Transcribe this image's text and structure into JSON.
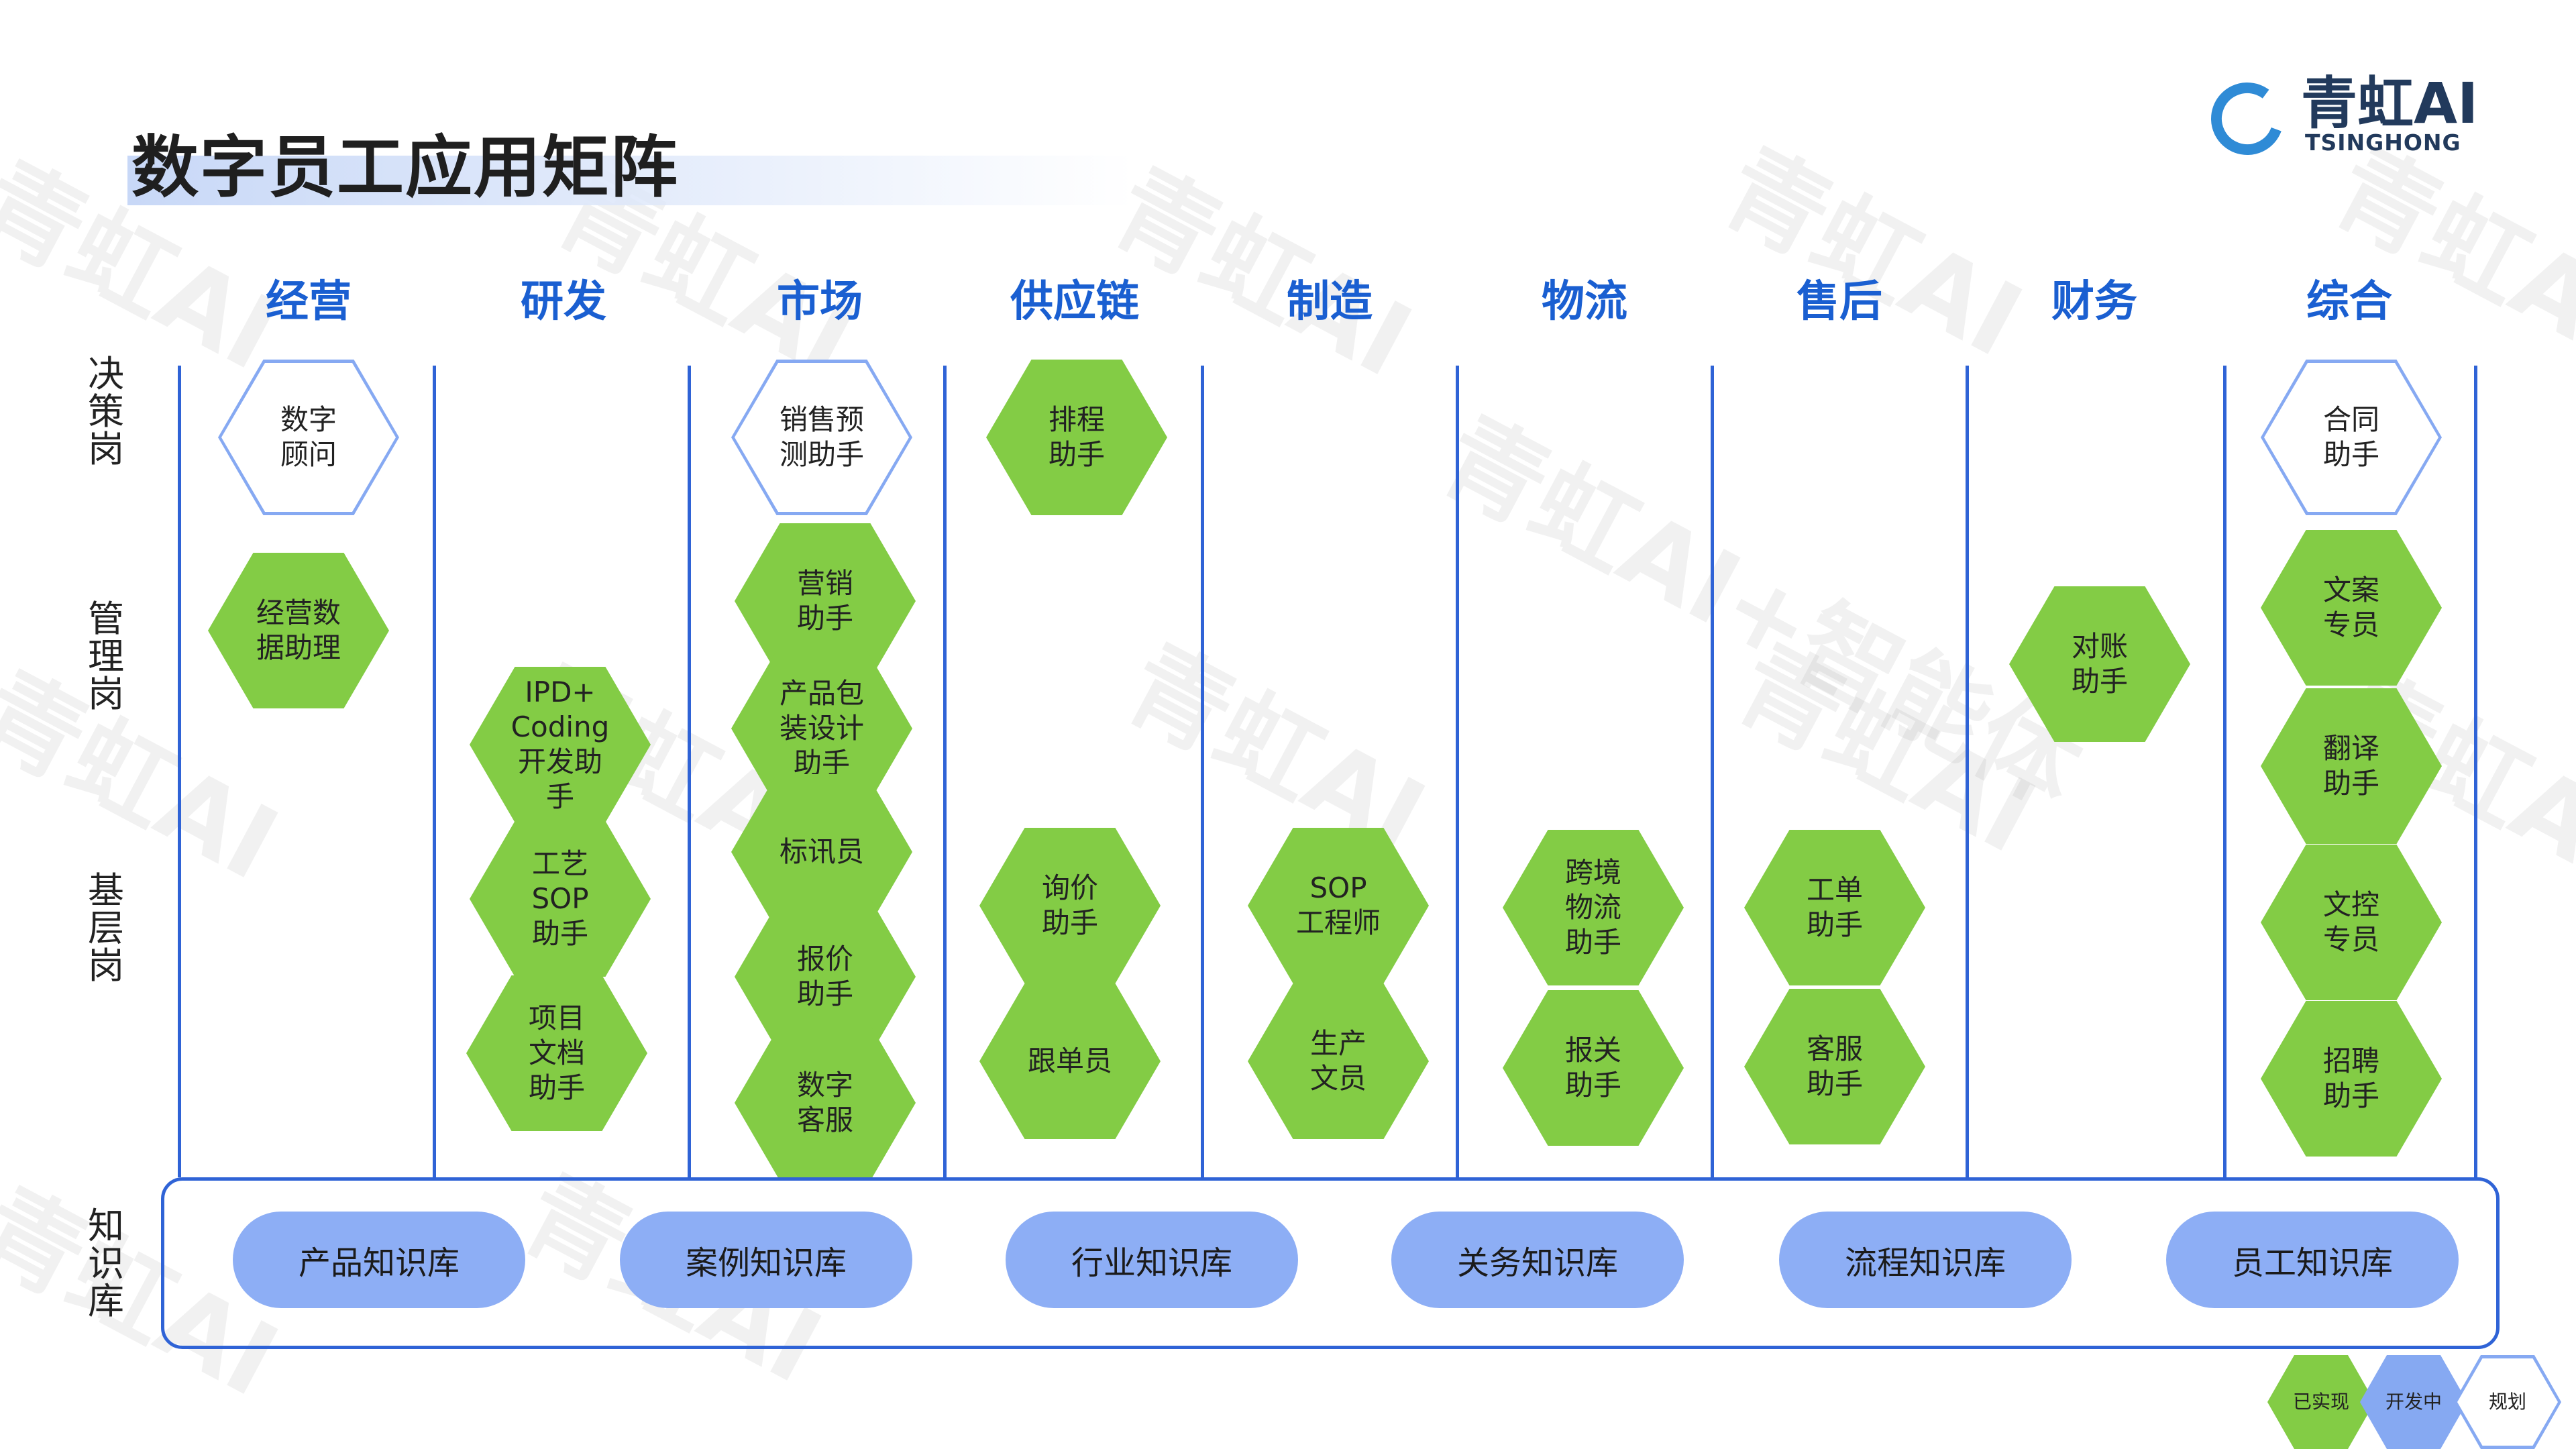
{
  "page": {
    "title": "数字员工应用矩阵"
  },
  "logo": {
    "main": "青虹AI",
    "sub": "TSINGHONG"
  },
  "watermarks": [
    "青虹AI",
    "青虹AI",
    "青虹AI",
    "青虹AI",
    "青虹AI",
    "青虹AI+智能体",
    "青虹AI",
    "青虹AI",
    "青虹AI",
    "青虹AI",
    "青虹AI",
    "青虹AI",
    "青虹AI"
  ],
  "columns": [
    "经营",
    "研发",
    "市场",
    "供应链",
    "制造",
    "物流",
    "售后",
    "财务",
    "综合"
  ],
  "rows": [
    "决策岗",
    "管理岗",
    "基层岗",
    "知识库"
  ],
  "colors": {
    "implemented": "#83cc45",
    "in_development": "#86a9f2",
    "planned_border": "#86a9f2",
    "line": "#2f63d6",
    "column_title": "#1a5fd1"
  },
  "hexagons": [
    {
      "text": "数字\n顾问",
      "status": "planned"
    },
    {
      "text": "经营数\n据助理",
      "status": "implemented"
    },
    {
      "text": "IPD+\nCoding\n开发助\n手",
      "status": "implemented"
    },
    {
      "text": "工艺\nSOP\n助手",
      "status": "implemented"
    },
    {
      "text": "项目\n文档\n助手",
      "status": "implemented"
    },
    {
      "text": "销售预\n测助手",
      "status": "planned"
    },
    {
      "text": "营销\n助手",
      "status": "implemented"
    },
    {
      "text": "产品包\n装设计\n助手",
      "status": "implemented"
    },
    {
      "text": "标讯员",
      "status": "implemented"
    },
    {
      "text": "报价\n助手",
      "status": "implemented"
    },
    {
      "text": "数字\n客服",
      "status": "implemented"
    },
    {
      "text": "排程\n助手",
      "status": "implemented"
    },
    {
      "text": "询价\n助手",
      "status": "implemented"
    },
    {
      "text": "跟单员",
      "status": "implemented"
    },
    {
      "text": "SOP\n工程师",
      "status": "implemented"
    },
    {
      "text": "生产\n文员",
      "status": "implemented"
    },
    {
      "text": "跨境\n物流\n助手",
      "status": "implemented"
    },
    {
      "text": "报关\n助手",
      "status": "implemented"
    },
    {
      "text": "工单\n助手",
      "status": "implemented"
    },
    {
      "text": "客服\n助手",
      "status": "implemented"
    },
    {
      "text": "对账\n助手",
      "status": "implemented"
    },
    {
      "text": "合同\n助手",
      "status": "planned"
    },
    {
      "text": "文案\n专员",
      "status": "implemented"
    },
    {
      "text": "翻译\n助手",
      "status": "implemented"
    },
    {
      "text": "文控\n专员",
      "status": "implemented"
    },
    {
      "text": "招聘\n助手",
      "status": "implemented"
    }
  ],
  "knowledge_bases": [
    "产品知识库",
    "案例知识库",
    "行业知识库",
    "关务知识库",
    "流程知识库",
    "员工知识库"
  ],
  "legend": [
    {
      "label": "已实现",
      "status": "implemented"
    },
    {
      "label": "开发中",
      "status": "in_development"
    },
    {
      "label": "规划",
      "status": "planned"
    }
  ]
}
